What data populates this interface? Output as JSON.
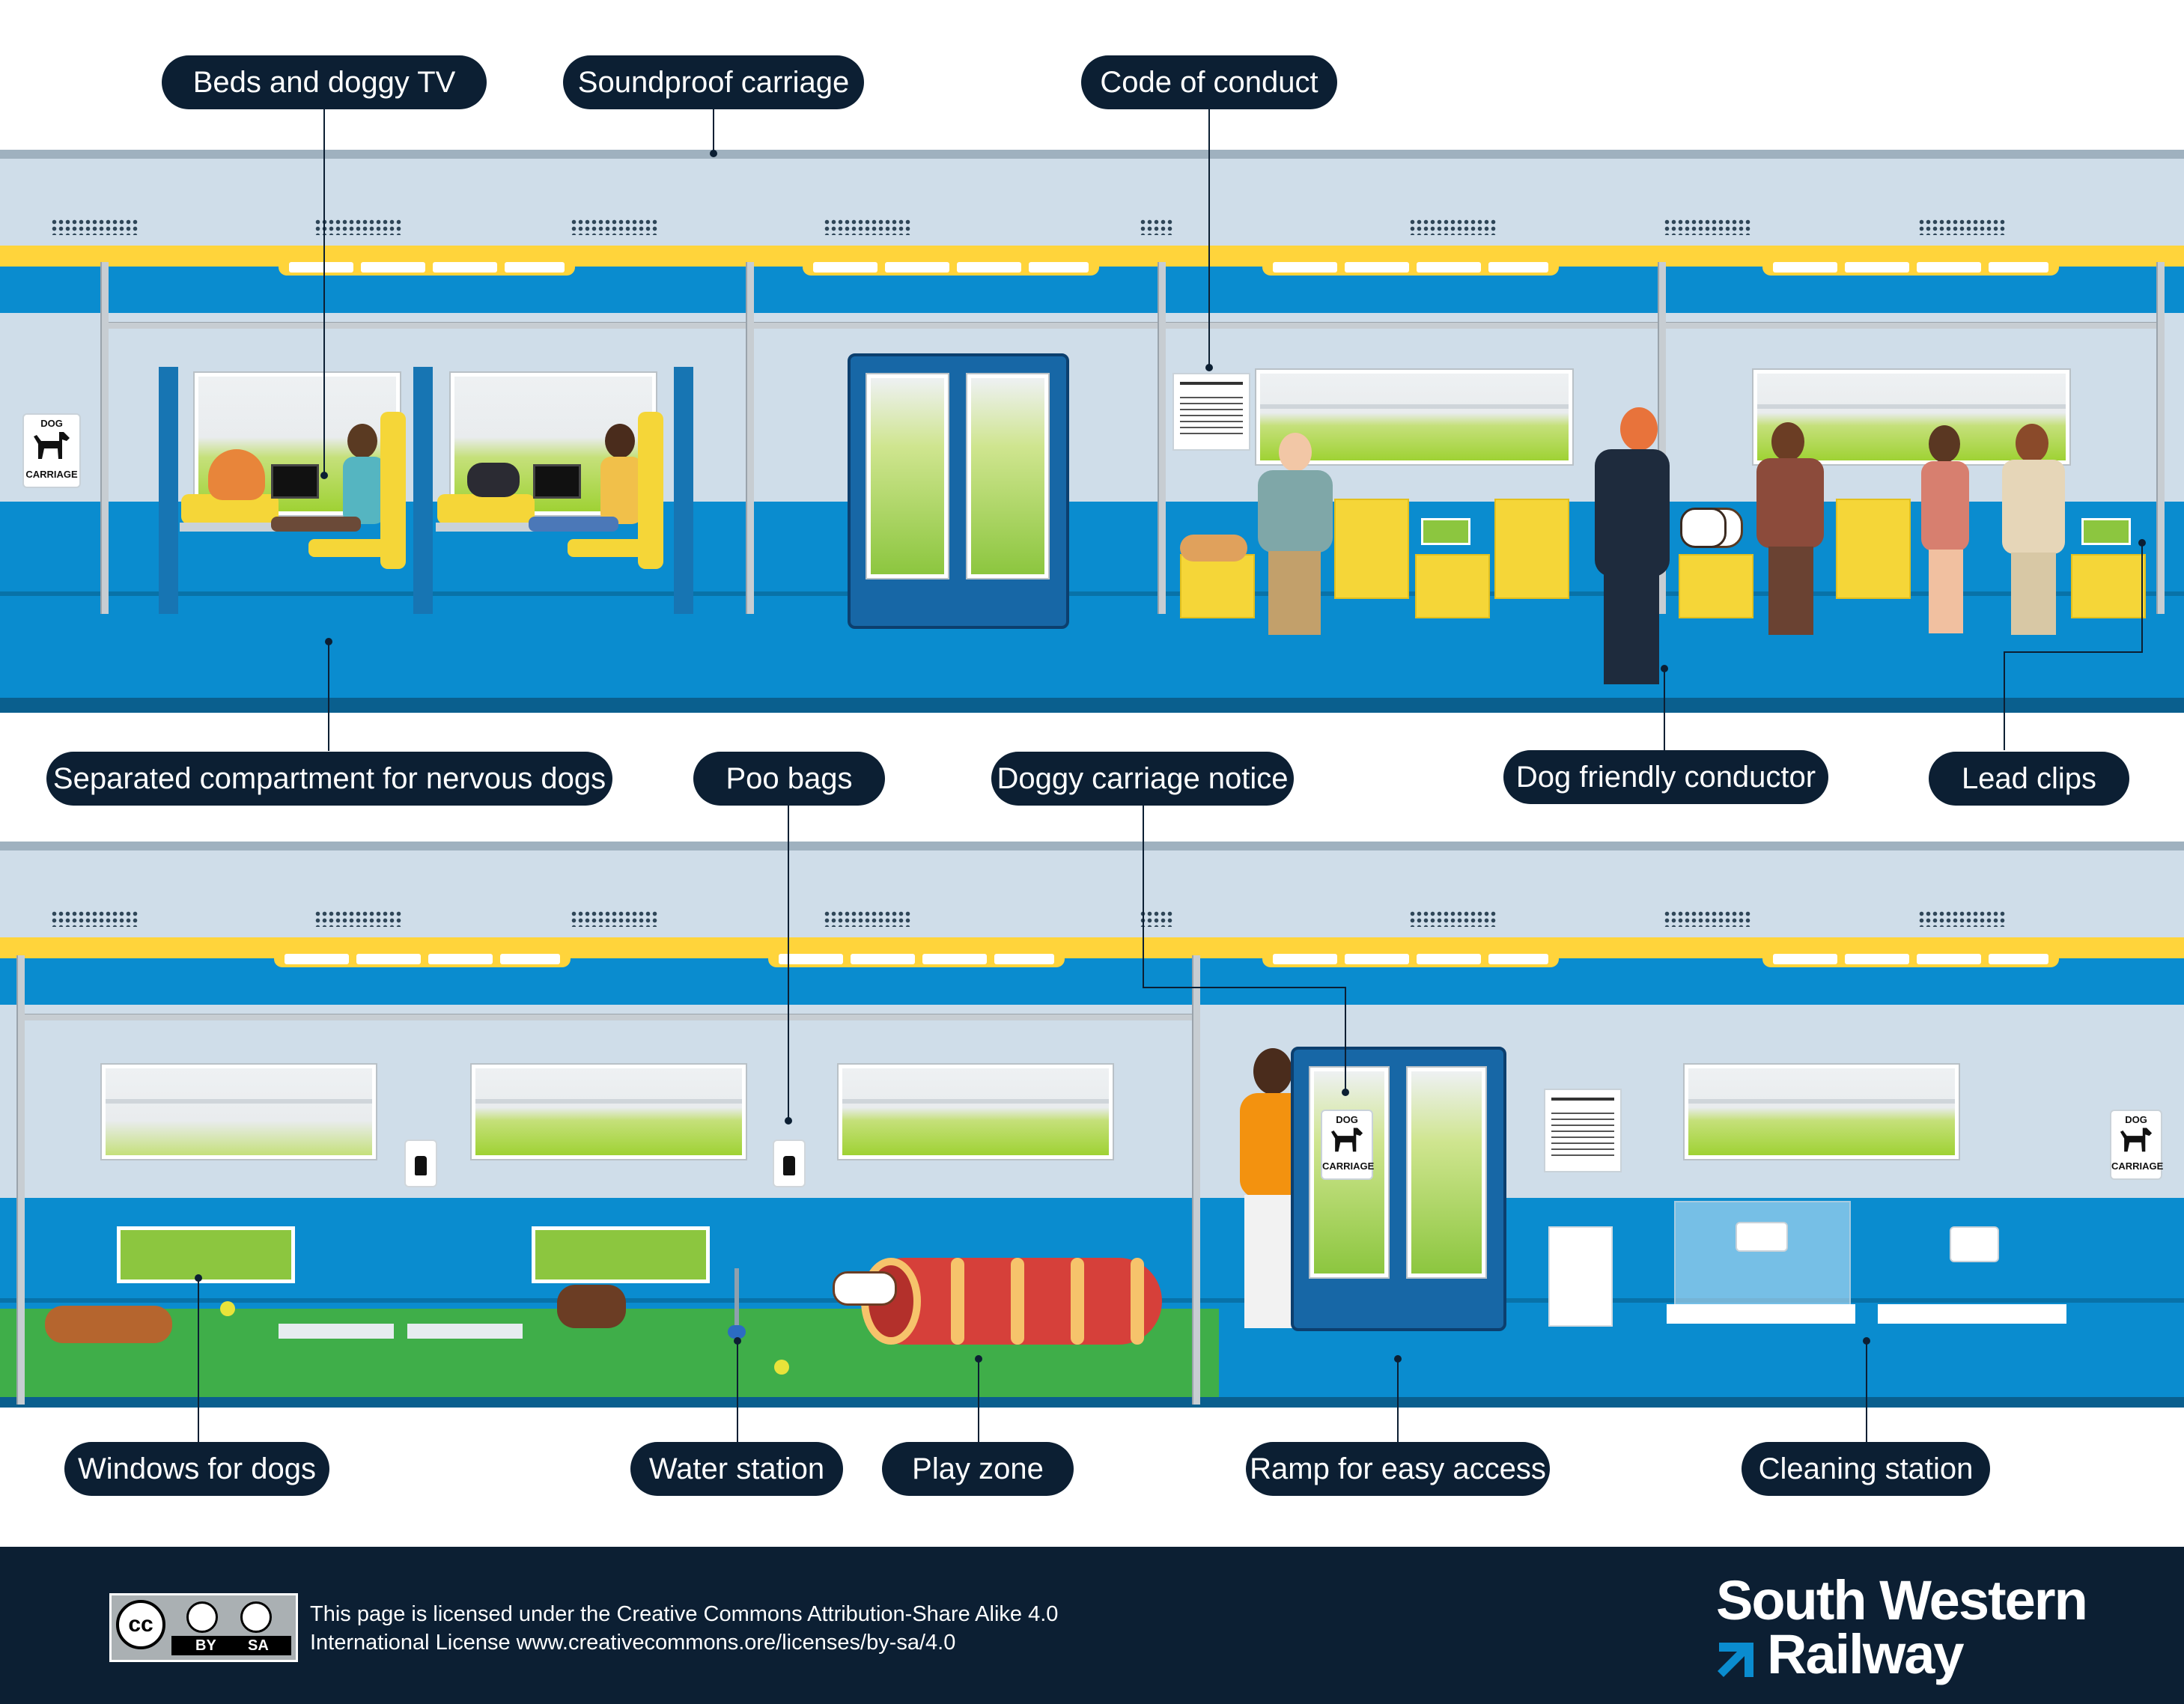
{
  "labels": {
    "beds_tv": "Beds and doggy TV",
    "soundproof": "Soundproof carriage",
    "code_conduct": "Code of conduct",
    "separated": "Separated compartment for nervous dogs",
    "poo_bags": "Poo bags",
    "notice": "Doggy carriage notice",
    "conductor": "Dog friendly conductor",
    "lead_clips": "Lead clips",
    "windows": "Windows for dogs",
    "water": "Water station",
    "play": "Play zone",
    "ramp": "Ramp for easy access",
    "cleaning": "Cleaning station"
  },
  "sign": {
    "top": "DOG",
    "bottom": "CARRIAGE"
  },
  "license": {
    "line1": "This page is licensed under the Creative Commons Attribution-Share Alike 4.0",
    "line2": "International License www.creativecommons.ore/licenses/by-sa/4.0",
    "by": "BY",
    "sa": "SA",
    "cc": "cc"
  },
  "brand": {
    "line1": "South Western",
    "line2": "Railway"
  },
  "colors": {
    "navy": "#0c1f33",
    "carriage_blue": "#0a8ccf",
    "carriage_light": "#cfe0ec",
    "accent_yellow": "#ffd43b",
    "grass": "#3fae49"
  }
}
